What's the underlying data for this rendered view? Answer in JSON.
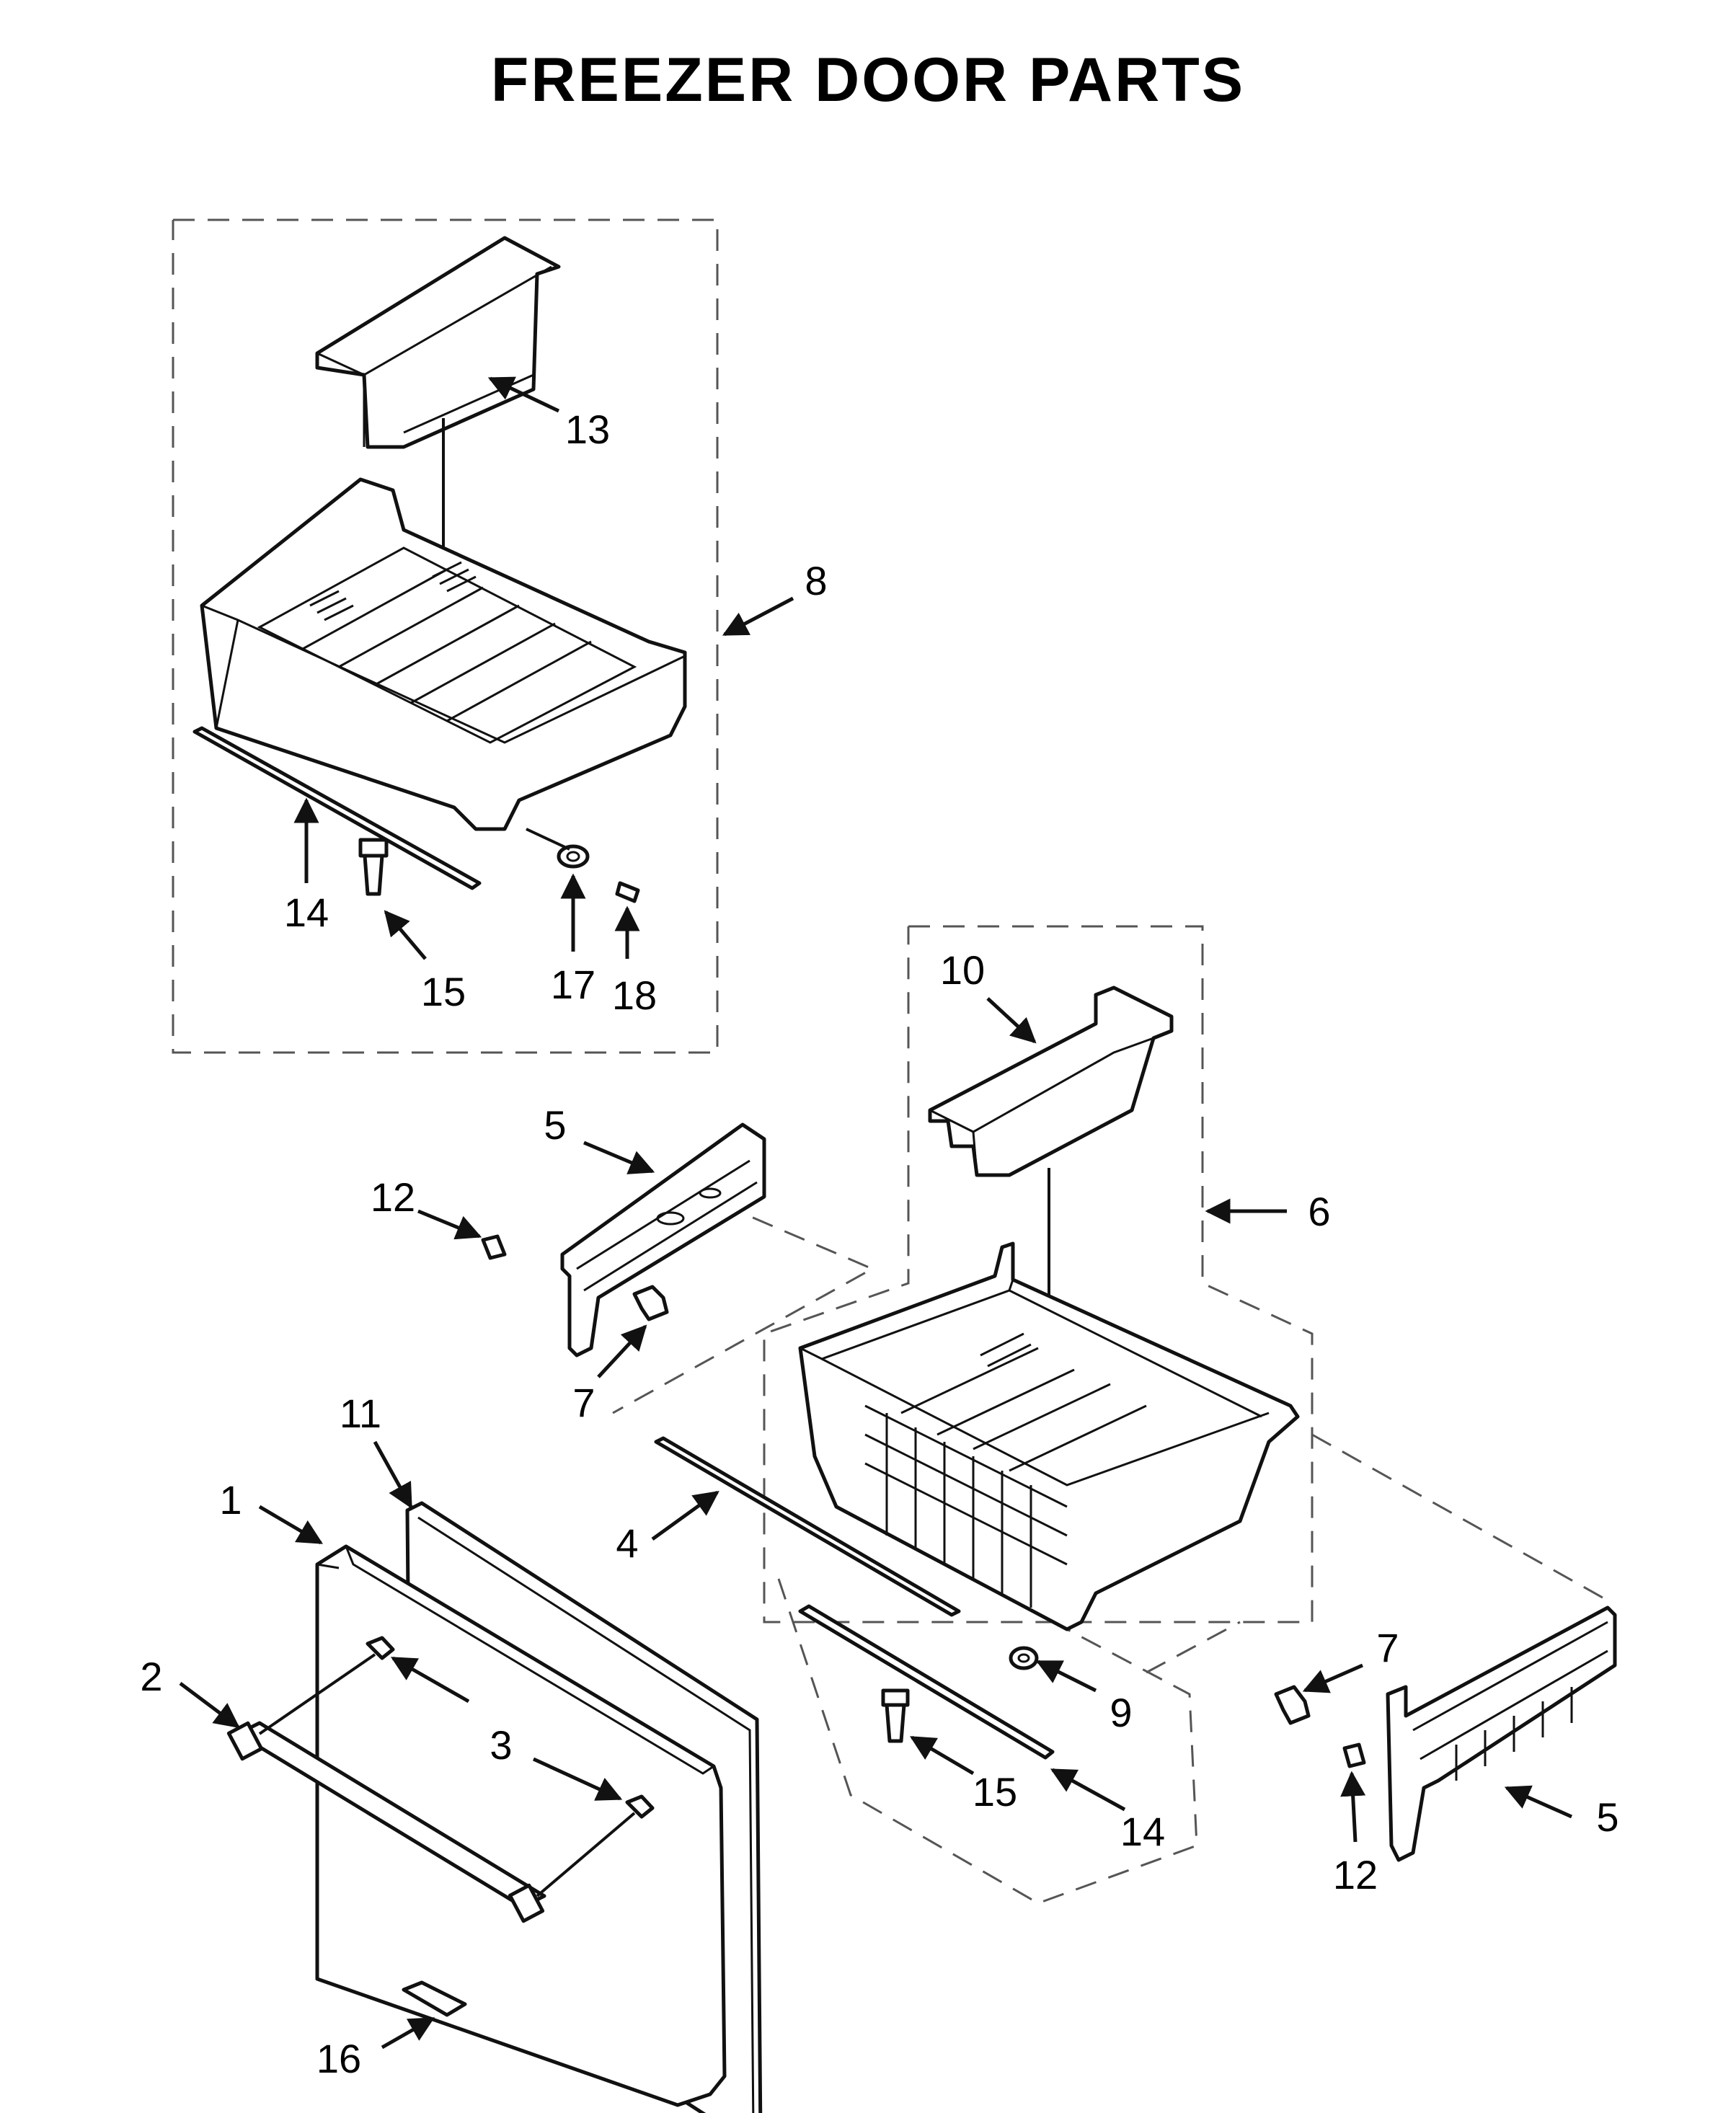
{
  "title": "FREEZER DOOR PARTS",
  "callouts": {
    "c1": "1",
    "c2": "2",
    "c3": "3",
    "c4": "4",
    "c5a": "5",
    "c5b": "5",
    "c6": "6",
    "c7a": "7",
    "c7b": "7",
    "c8": "8",
    "c9": "9",
    "c10": "10",
    "c11": "11",
    "c12a": "12",
    "c12b": "12",
    "c13": "13",
    "c14a": "14",
    "c14b": "14",
    "c15a": "15",
    "c15b": "15",
    "c16": "16",
    "c17": "17",
    "c18": "18"
  }
}
